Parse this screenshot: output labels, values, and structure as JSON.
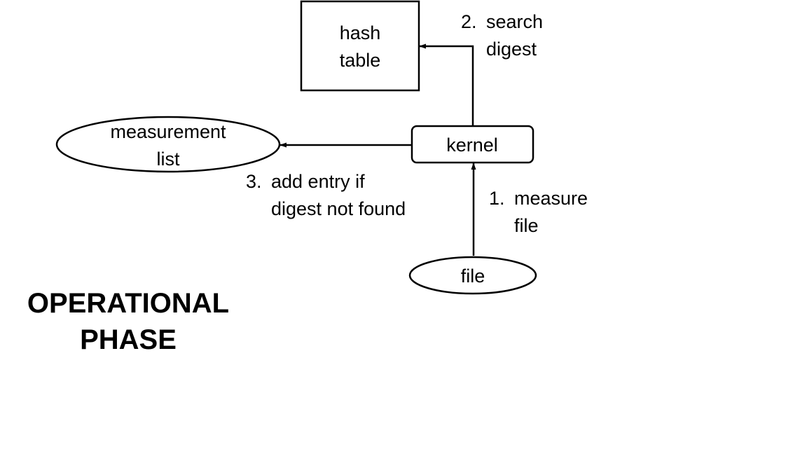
{
  "nodes": {
    "hash_table": {
      "line1": "hash",
      "line2": "table"
    },
    "kernel": {
      "label": "kernel"
    },
    "measurement_list": {
      "line1": "measurement",
      "line2": "list"
    },
    "file": {
      "label": "file"
    }
  },
  "edges": {
    "measure": {
      "num": "1.",
      "line1": "measure",
      "line2": "file"
    },
    "search": {
      "num": "2.",
      "line1": "search",
      "line2": "digest"
    },
    "add_entry": {
      "num": "3.",
      "line1": "add entry if",
      "line2": "digest not found"
    }
  },
  "phase_title": {
    "line1": "OPERATIONAL",
    "line2": "PHASE"
  }
}
